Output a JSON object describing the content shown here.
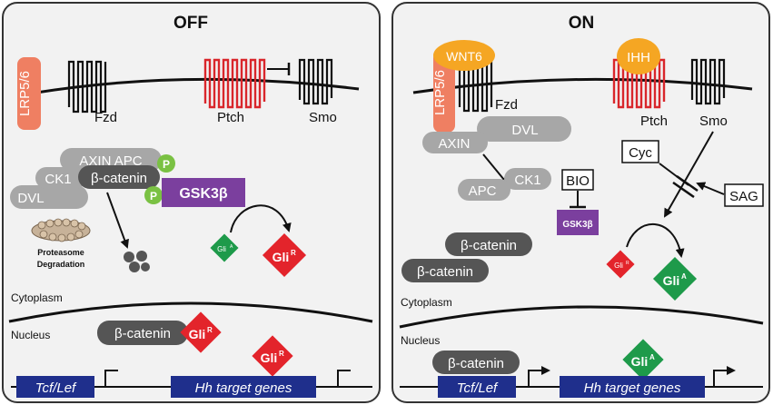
{
  "panels": {
    "off": {
      "title": "OFF",
      "receptor_lrp": "LRP5/6",
      "receptor_fzd": "Fzd",
      "receptor_ptch": "Ptch",
      "receptor_smo": "Smo",
      "complex_axin_apc": "AXIN APC",
      "complex_ck1": "CK1",
      "complex_beta_catenin": "β-catenin",
      "complex_dvl": "DVL",
      "phospho_1": "P",
      "phospho_2": "P",
      "kinase": "GSK3β",
      "proteasome_line1": "Proteasome",
      "proteasome_line2": "Degradation",
      "gli_a_small": "Gli",
      "gli_a_small_sup": "A",
      "gli_r_large": "Gli",
      "gli_r_large_sup": "R",
      "cytoplasm": "Cytoplasm",
      "nucleus": "Nucleus",
      "nuclear_beta_catenin": "β-catenin",
      "nuclear_gli_r_1": "Gli",
      "nuclear_gli_r_1_sup": "R",
      "nuclear_gli_r_2": "Gli",
      "nuclear_gli_r_2_sup": "R",
      "gene_tcf": "Tcf/Lef",
      "gene_hh": "Hh target genes"
    },
    "on": {
      "title": "ON",
      "receptor_lrp": "LRP5/6",
      "ligand_wnt": "WNT6",
      "receptor_fzd": "Fzd",
      "ligand_ihh": "IHH",
      "receptor_ptch": "Ptch",
      "receptor_smo": "Smo",
      "complex_axin": "AXIN",
      "complex_dvl": "DVL",
      "complex_apc": "APC",
      "complex_ck1": "CK1",
      "drug_bio": "BIO",
      "kinase": "GSK3β",
      "drug_cyc": "Cyc",
      "drug_sag": "SAG",
      "free_beta_catenin_1": "β-catenin",
      "free_beta_catenin_2": "β-catenin",
      "gli_r_small": "Gli",
      "gli_r_small_sup": "R",
      "gli_a_large": "Gli",
      "gli_a_large_sup": "A",
      "cytoplasm": "Cytoplasm",
      "nucleus": "Nucleus",
      "nuclear_beta_catenin": "β-catenin",
      "nuclear_gli_a": "Gli",
      "nuclear_gli_a_sup": "A",
      "gene_tcf": "Tcf/Lef",
      "gene_hh": "Hh target genes"
    }
  },
  "colors": {
    "panel_bg": "#f2f2f2",
    "lrp": "#ef7f62",
    "ptch": "#d9262b",
    "ligand": "#f5a623",
    "gsk": "#7b3f9e",
    "phospho": "#7ac143",
    "gli_r": "#e3242b",
    "gli_a": "#1e9a4a",
    "gene_box": "#1f2f8c",
    "gray_light": "#a7a7a7",
    "gray_dark": "#555555"
  }
}
